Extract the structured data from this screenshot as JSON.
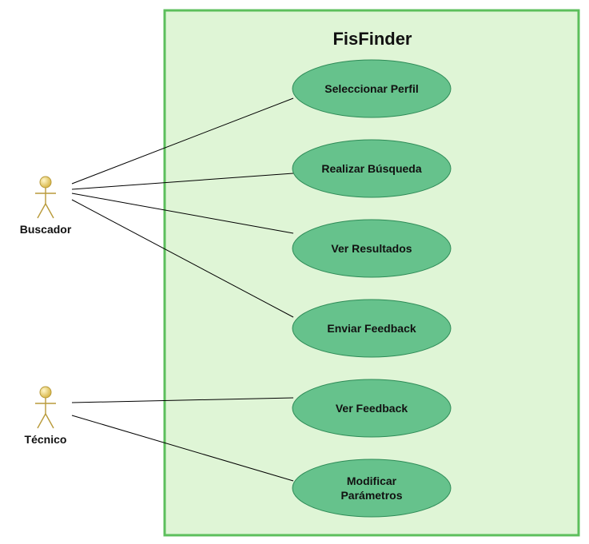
{
  "system": {
    "title": "FisFinder",
    "fill": "#dff5d6",
    "border": "#5cbf5c"
  },
  "colors": {
    "usecase_fill": "#66c28c",
    "usecase_stroke": "#2e8b57",
    "actor_head": "#d9b84a",
    "actor_body": "#b89a3a",
    "line": "#000000"
  },
  "use_cases": [
    {
      "id": "seleccionar-perfil",
      "lines": [
        "Seleccionar Perfil"
      ]
    },
    {
      "id": "realizar-busqueda",
      "lines": [
        "Realizar Búsqueda"
      ]
    },
    {
      "id": "ver-resultados",
      "lines": [
        "Ver Resultados"
      ]
    },
    {
      "id": "enviar-feedback",
      "lines": [
        "Enviar Feedback"
      ]
    },
    {
      "id": "ver-feedback",
      "lines": [
        "Ver Feedback"
      ]
    },
    {
      "id": "modificar-parametros",
      "lines": [
        "Modificar",
        "Parámetros"
      ]
    }
  ],
  "actors": [
    {
      "id": "buscador",
      "label": "Buscador"
    },
    {
      "id": "tecnico",
      "label": "Técnico"
    }
  ],
  "associations": [
    {
      "actor": "buscador",
      "use_case": "seleccionar-perfil"
    },
    {
      "actor": "buscador",
      "use_case": "realizar-busqueda"
    },
    {
      "actor": "buscador",
      "use_case": "ver-resultados"
    },
    {
      "actor": "buscador",
      "use_case": "enviar-feedback"
    },
    {
      "actor": "tecnico",
      "use_case": "ver-feedback"
    },
    {
      "actor": "tecnico",
      "use_case": "modificar-parametros"
    }
  ]
}
